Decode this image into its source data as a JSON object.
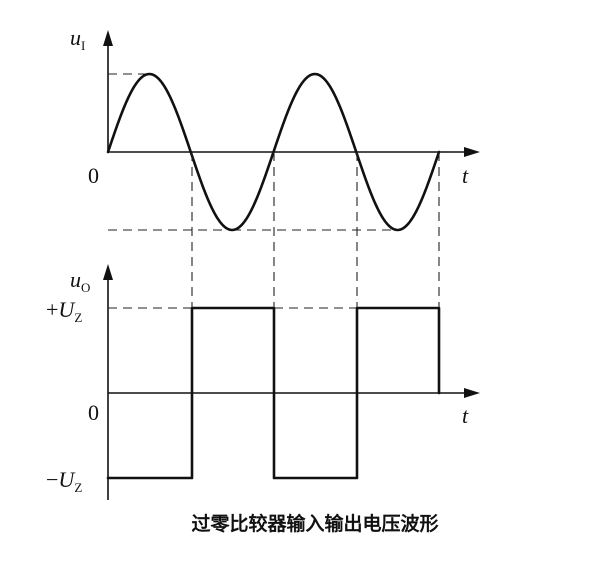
{
  "top_plot": {
    "y_label_main": "u",
    "y_label_sub": "I",
    "origin_label": "0",
    "x_label": "t"
  },
  "bottom_plot": {
    "y_label_main": "u",
    "y_label_sub": "O",
    "high_label_sign": "+",
    "high_label_main": "U",
    "high_label_sub": "Z",
    "low_label_sign": "−",
    "low_label_main": "U",
    "low_label_sub": "Z",
    "origin_label": "0",
    "x_label": "t"
  },
  "caption": "过零比较器输入输出电压波形",
  "chart_data": {
    "type": "line",
    "series": [
      {
        "cycles": 2,
        "waveform": "sine"
      },
      {
        "waveform": "square",
        "levels": [
          "-Uz",
          "+Uz",
          "-Uz",
          "+Uz"
        ]
      }
    ]
  }
}
